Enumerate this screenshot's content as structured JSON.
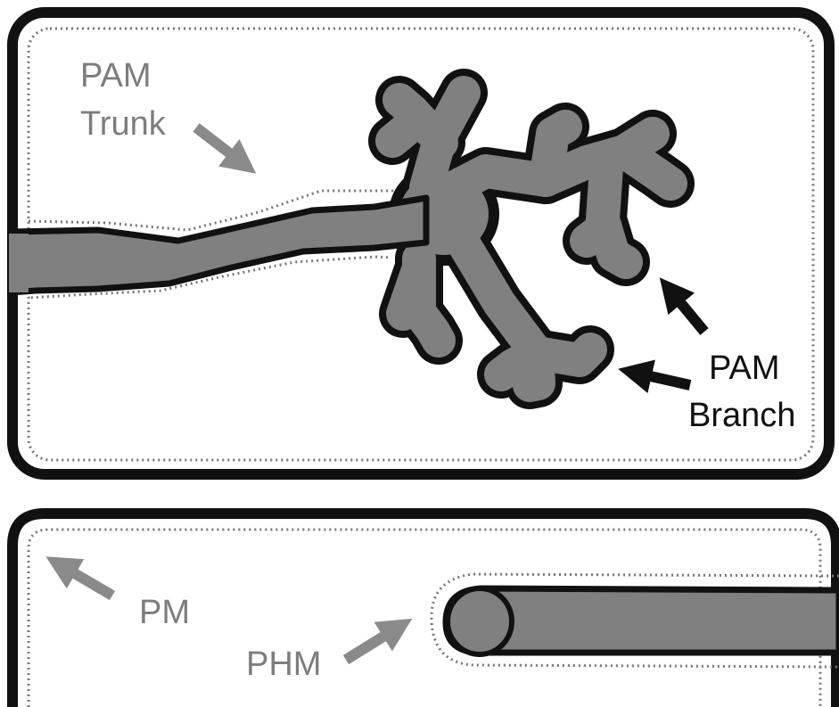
{
  "labels": {
    "pam_trunk_line1": "PAM",
    "pam_trunk_line2": "Trunk",
    "pam_branch_line1": "PAM",
    "pam_branch_line2": "Branch",
    "pm": "PM",
    "phm": "PHM"
  },
  "colors": {
    "membrane_outline": "#111111",
    "hypha_fill": "#808080",
    "label_grey": "#7d7d7d",
    "label_black": "#111111",
    "arrow_grey": "#8a8a8a",
    "arrow_black": "#111111",
    "dotted_membrane": "#777777"
  }
}
